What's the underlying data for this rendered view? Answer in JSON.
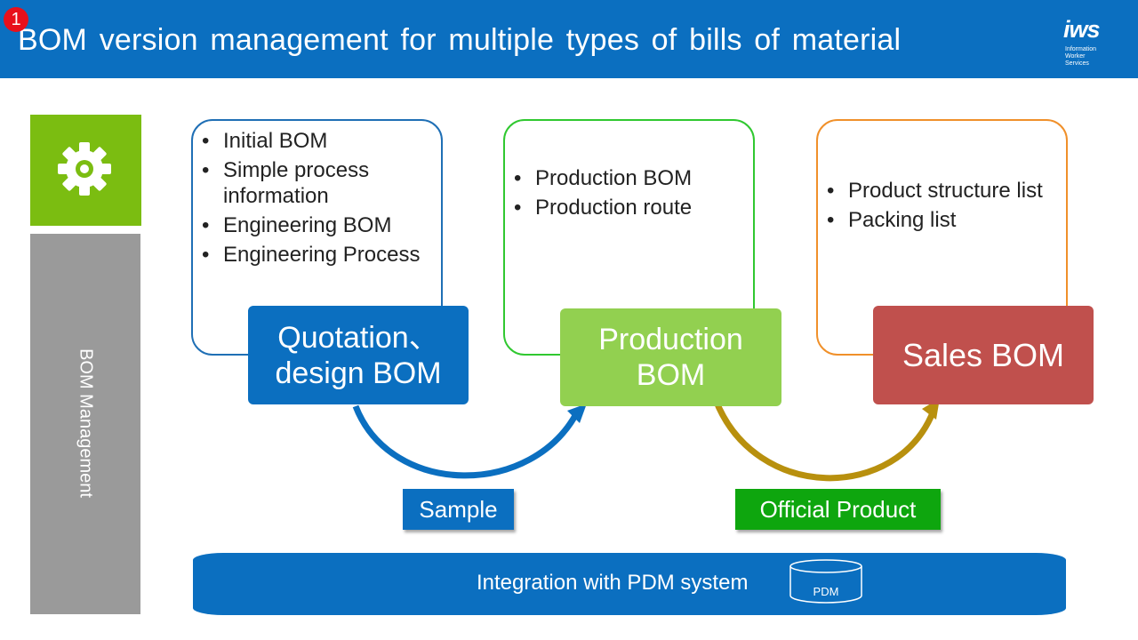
{
  "header": {
    "step_number": "1",
    "title": "BOM version management for multiple types of bills of material",
    "logo_text": "iws",
    "logo_subtitle": [
      "Information",
      "Worker",
      "Services"
    ]
  },
  "sidebar": {
    "icon": "gear-icon",
    "label": "BOM Management"
  },
  "cards": [
    {
      "items": [
        "Initial BOM",
        "Simple process information",
        "Engineering BOM",
        "Engineering Process"
      ]
    },
    {
      "items": [
        "Production BOM",
        "Production route"
      ]
    },
    {
      "items": [
        "Product structure list",
        "Packing list"
      ]
    }
  ],
  "stages": [
    {
      "label": "Quotation、design BOM"
    },
    {
      "label": "Production BOM"
    },
    {
      "label": "Sales BOM"
    }
  ],
  "transitions": [
    {
      "label": "Sample"
    },
    {
      "label": "Official Product"
    }
  ],
  "pdm": {
    "text": "Integration with PDM system",
    "icon_label": "PDM"
  },
  "colors": {
    "header": "#0b6fc0",
    "quotation": "#0b6fc0",
    "production": "#92d050",
    "sales": "#c0504d",
    "sample_tag": "#0b6fc0",
    "official_tag": "#0ea60e",
    "sample_arrow": "#0b6fc0",
    "official_arrow": "#b8900e",
    "gear_tile": "#7bbd11",
    "sidebar": "#9a9a9a"
  }
}
